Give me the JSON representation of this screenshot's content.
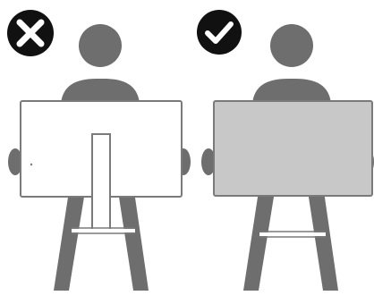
{
  "panels": [
    {
      "status": "incorrect",
      "status_icon": "cross-in-circle-icon",
      "monitor_face": "front-screen-facing-person",
      "monitor_fill": "#ffffff"
    },
    {
      "status": "correct",
      "status_icon": "checkmark-in-circle-icon",
      "monitor_face": "back-panel-facing-person",
      "monitor_fill": "#c8c8c8"
    }
  ],
  "colors": {
    "figure": "#6e6e6e",
    "icon_fill": "#111111",
    "icon_mark": "#ffffff",
    "monitor_stroke": "#7a7a7a",
    "background": "#ffffff"
  }
}
